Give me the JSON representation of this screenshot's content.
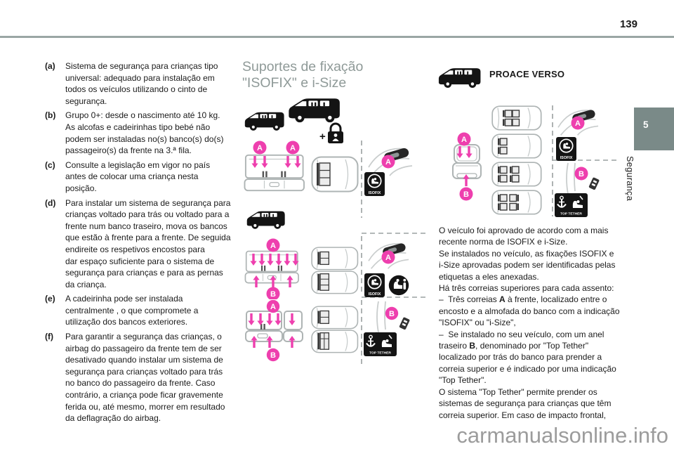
{
  "page": {
    "number": "139",
    "watermark": "carmanualsonline.info"
  },
  "chapter_tab": {
    "number": "5",
    "label": "Segurança"
  },
  "colors": {
    "accent_pink": "#ee3fae",
    "tab_bg": "#7a8a88",
    "heading_gray": "#8f9a98",
    "rule_gray": "#9aa6a4",
    "watermark_gray": "#9c9c9c",
    "icon_black": "#141414"
  },
  "left_column": {
    "items": [
      {
        "label": "(a)",
        "text": "Sistema de segurança para crianças tipo\nuniversal: adequado para instalação em\ntodos os veículos utilizando o cinto de\nsegurança."
      },
      {
        "label": "(b)",
        "text": "Grupo 0+: desde o nascimento até 10 kg.\nAs alcofas e cadeirinhas tipo bebé não\npodem ser instaladas no(s) banco(s) do(s)\npassageiro(s) da frente na 3.ª fila."
      },
      {
        "label": "(c)",
        "text": "Consulte a legislação em vigor no país\nantes de colocar uma criança nesta\nposição."
      },
      {
        "label": "(d)",
        "text": "Para instalar um sistema de segurança para\ncrianças voltado para trás ou voltado para a\nfrente num banco traseiro, mova os bancos\nque estão à frente para a frente. De seguida\nendireite os respetivos encostos para\ndar espaço suficiente para o sistema de\nsegurança para crianças e para as pernas\nda criança."
      },
      {
        "label": "(e)",
        "text": "A cadeirinha pode ser instalada\ncentralmente , o que compromete a\nutilização dos bancos exteriores."
      },
      {
        "label": "(f)",
        "text": "Para garantir a segurança das crianças, o\nairbag do passageiro da frente tem de ser\ndesativado quando instalar um sistema de\nsegurança para crianças voltado para trás\nno banco do passageiro da frente. Caso\ncontrário, a criança pode ficar gravemente\nferida ou, até mesmo, morrer em resultado\nda deflagração do airbag."
      }
    ]
  },
  "middle": {
    "heading": "Suportes de fixação\n\"ISOFIX\" e i-Size",
    "plus": "+"
  },
  "right": {
    "title": "PROACE VERSO",
    "paragraph": [
      {
        "t": "O veículo foi aprovado de acordo com a mais\nrecente norma de ISOFIX e i-Size.\nSe instalados no veículo, as fixações ISOFIX e\ni-Size aprovadas podem ser identificadas pelas\netiquetas a eles anexadas.\nHá três correias superiores para cada assento:\n–  Três correias "
      },
      {
        "t": "A",
        "b": true
      },
      {
        "t": " à frente, localizado entre o\nencosto e a almofada do banco com a indicação\n\"ISOFIX\" ou \"i-Size\",\n–  Se instalado no seu veículo, com um anel\ntraseiro "
      },
      {
        "t": "B",
        "b": true
      },
      {
        "t": ", denominado por \"Top Tether\"\nlocalizado por trás do banco para prender a\ncorreia superior e é indicado por uma indicação\n\"Top Tether\".\nO sistema \"Top Tether\" permite prender os\nsistemas de segurança para crianças que têm\ncorreia superior. Em caso de impacto frontal,"
      }
    ]
  },
  "markers": {
    "a": "A",
    "b": "B"
  },
  "icons": {
    "isofix": "ISOFIX",
    "top_tether": "TOP TETHER"
  }
}
